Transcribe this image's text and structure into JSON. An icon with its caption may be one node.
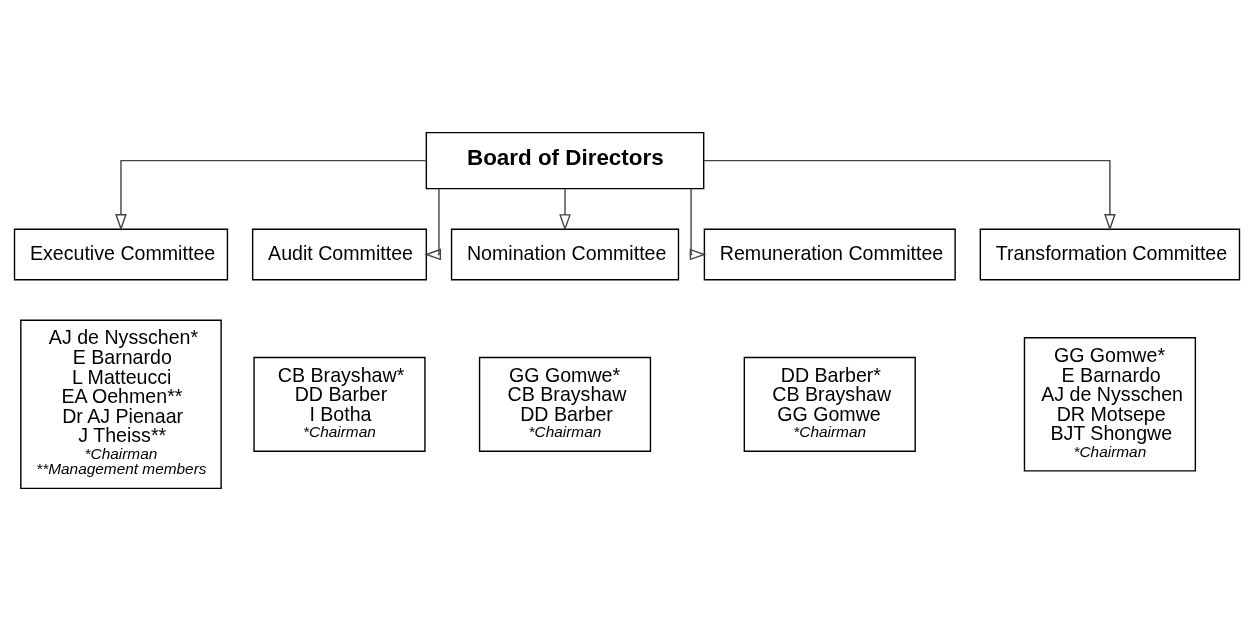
{
  "diagram": {
    "nodes": [
      {
        "text": [
          "Board of Directors"
        ]
      },
      {
        "text": [
          "Executive Committee"
        ]
      },
      {
        "text": [
          "Audit Committee"
        ]
      },
      {
        "text": [
          "Nomination Committee"
        ]
      },
      {
        "text": [
          "Remuneration Committee"
        ]
      },
      {
        "text": [
          "Transformation Committee"
        ]
      },
      {
        "text": [
          "AJ de Nysschen*",
          "E Barnardo",
          "L Matteucci",
          "EA Oehmen**",
          "Dr AJ Pienaar",
          "J Theiss**",
          "*Chairman",
          "**Management members"
        ]
      },
      {
        "text": [
          "CB Brayshaw*",
          "DD Barber",
          "I Botha",
          "*Chairman"
        ]
      },
      {
        "text": [
          "GG Gomwe*",
          "CB Brayshaw",
          "DD Barber",
          "*Chairman"
        ]
      },
      {
        "text": [
          "DD Barber*",
          "CB Brayshaw",
          "GG Gomwe",
          "*Chairman"
        ]
      },
      {
        "text": [
          "GG Gomwe*",
          "E Barnardo",
          "AJ de Nysschen",
          "DR Motsepe",
          "BJT Shongwe",
          "*Chairman"
        ]
      }
    ],
    "edges": [
      {
        "from": 0,
        "to": 1,
        "arrow": "to"
      },
      {
        "from": 0,
        "to": 2,
        "arrow": "to"
      },
      {
        "from": 0,
        "to": 3,
        "arrow": "to"
      },
      {
        "from": 0,
        "to": 4,
        "arrow": "to"
      },
      {
        "from": 0,
        "to": 5,
        "arrow": "to"
      }
    ]
  }
}
